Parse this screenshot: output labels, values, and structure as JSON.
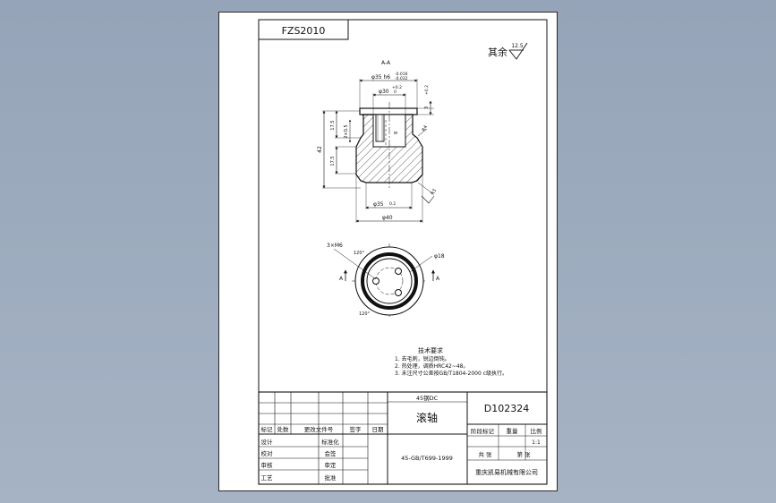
{
  "header": {
    "drawing_code": "FZS2010"
  },
  "roughness_note": {
    "label": "其余",
    "value": "12.5"
  },
  "front_view": {
    "section_label": "A-A",
    "dims": {
      "top_dia": "φ35 h6",
      "top_dia_tol_upper": "-0.016",
      "top_dia_tol_lower": "-0.032",
      "inner_dia": "φ30",
      "inner_dia_tol_upper": "+0.2",
      "inner_dia_tol_lower": "0",
      "top_thickness": "3",
      "top_thickness_tol": "+0.2",
      "height_upper": "17.5",
      "chamfer": "2×0.5",
      "height_total": "42",
      "height_lower": "17.5",
      "r_side": "R4",
      "r_bottom": "R3",
      "inner_mark": "8",
      "bottom_dia": "φ35",
      "bottom_dia_tol": "0.2",
      "outer_dia": "φ40"
    }
  },
  "top_view": {
    "hole_label": "3×M6",
    "angle_top": "120°",
    "angle_bottom": "120°",
    "dia": "φ18",
    "section_a_left": "A",
    "section_a_right": "A"
  },
  "tech_requirements": {
    "title": "技术要求",
    "items": [
      "1. 去毛刺，锐边倒钝。",
      "2. 热处理，调质HRC42~48。",
      "3. 未注尺寸公差按GB/T1804-2000 c级执行。"
    ]
  },
  "title_block": {
    "material_top": "45钢DC",
    "part_name": "滚轴",
    "drawing_number": "D102324",
    "material_std": "45-GB/T699-1999",
    "rev_headers": [
      "标记",
      "处数",
      "更改文件号",
      "签字",
      "日期"
    ],
    "roles_left": [
      "设计",
      "校对",
      "审核",
      "工艺"
    ],
    "roles_right": [
      "标准化",
      "会签",
      "审定",
      "批准"
    ],
    "info_headers": [
      "阶段标记",
      "重量",
      "比例"
    ],
    "scale": "1:1",
    "sheet_total": "共 张",
    "sheet_no": "第 张",
    "company": "重庆凯易机械有限公司"
  },
  "colors": {
    "background": "#9eacbf",
    "paper": "#ffffff",
    "line": "#111111"
  }
}
